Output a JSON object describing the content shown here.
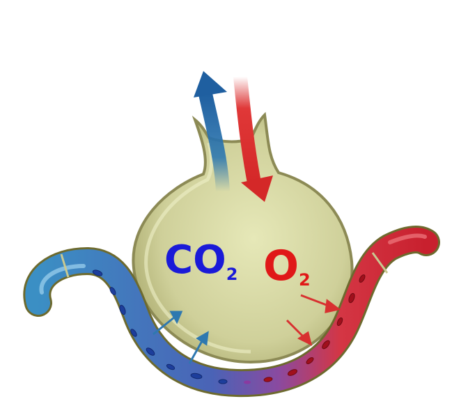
{
  "labels": {
    "carbon_dioxide": {
      "main": "CO",
      "subscript": "2",
      "color": "#1a1ad8"
    },
    "oxygen": {
      "main": "O",
      "subscript": "2",
      "color": "#e01818"
    }
  },
  "colors": {
    "alveolus_fill": "#c9c991",
    "alveolus_edge": "#8c8a55",
    "deoxygenated_blood": "#2a6fb8",
    "oxygenated_blood": "#d42a35",
    "co2_arrow": "#2e78b0",
    "o2_arrow": "#d83030",
    "background": "#ffffff"
  },
  "icons": [
    "alveolus-icon",
    "capillary-icon",
    "co2-out-arrow-icon",
    "o2-in-arrow-icon"
  ]
}
